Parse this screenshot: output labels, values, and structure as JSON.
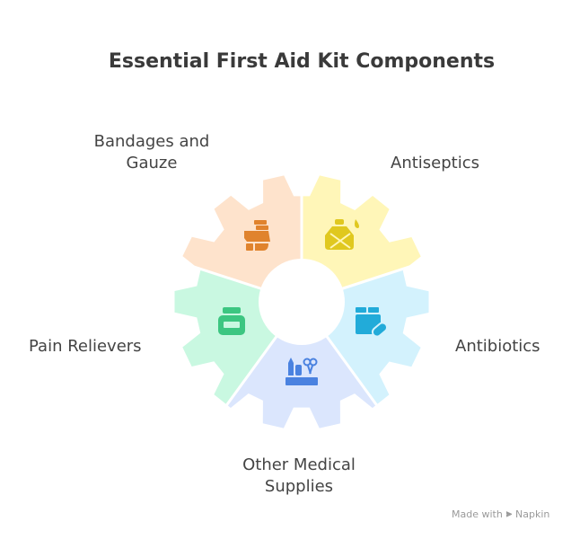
{
  "title": "Essential First Aid Kit Components",
  "segments": [
    {
      "label": "Antiseptics",
      "fill": "#fff6b8",
      "icon_color": "#e0c81f",
      "icon": "antiseptic-bottle-icon"
    },
    {
      "label": "Antibiotics",
      "fill": "#d3f2fd",
      "icon_color": "#22abd9",
      "icon": "pill-box-icon"
    },
    {
      "label": "Other Medical Supplies",
      "fill": "#dbe6fd",
      "icon_color": "#4a82e0",
      "icon": "supplies-cup-icon"
    },
    {
      "label": "Pain Relievers",
      "fill": "#c9f8e1",
      "icon_color": "#3cc681",
      "icon": "medicine-jar-icon"
    },
    {
      "label": "Bandages and Gauze",
      "fill": "#fee3cc",
      "icon_color": "#e0832d",
      "icon": "bandage-icon"
    }
  ],
  "labels": {
    "bandages_line1": "Bandages and",
    "bandages_line2": "Gauze",
    "antiseptics": "Antiseptics",
    "antibiotics": "Antibiotics",
    "pain": "Pain Relievers",
    "other_line1": "Other Medical",
    "other_line2": "Supplies"
  },
  "footer": {
    "made_with": "Made with",
    "brand": "Napkin"
  }
}
